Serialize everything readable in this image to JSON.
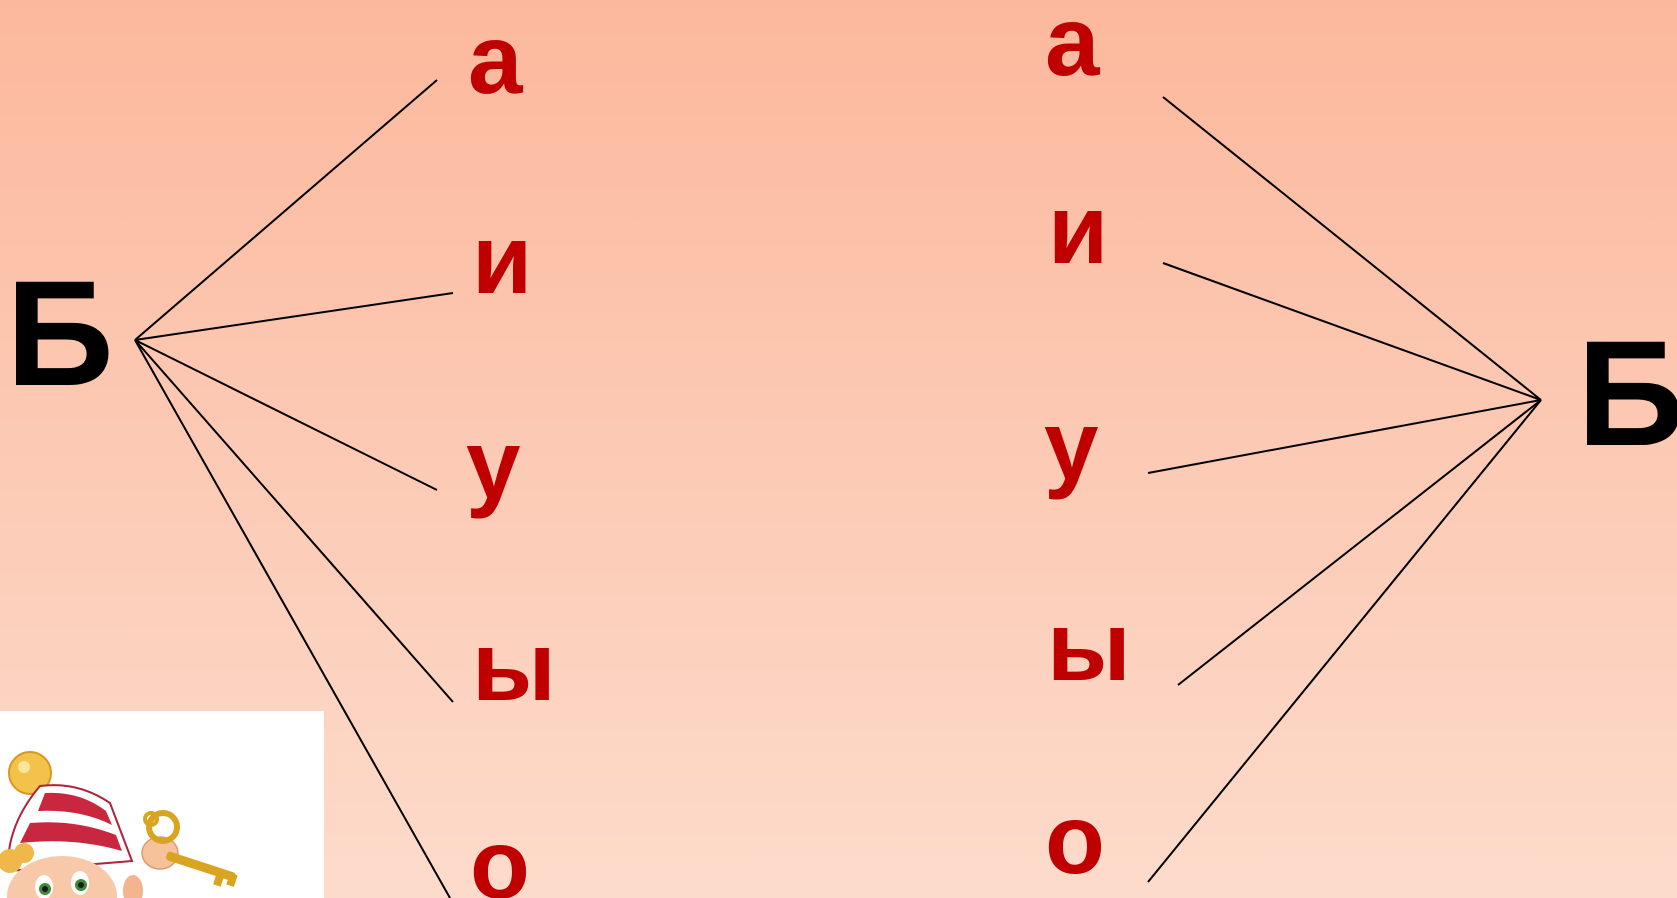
{
  "left_group": {
    "consonant": "Б",
    "vowels": [
      "а",
      "и",
      "у",
      "ы",
      "о"
    ]
  },
  "right_group": {
    "vowels": [
      "а",
      "и",
      "у",
      "ы",
      "о"
    ],
    "consonant": "Б"
  },
  "colors": {
    "background_top": "#fcb89c",
    "background_bottom": "#fddbcb",
    "consonant": "#000000",
    "vowel": "#c00000",
    "connector": "#000000"
  },
  "illustration": {
    "icon": "gnome-with-key-icon"
  }
}
